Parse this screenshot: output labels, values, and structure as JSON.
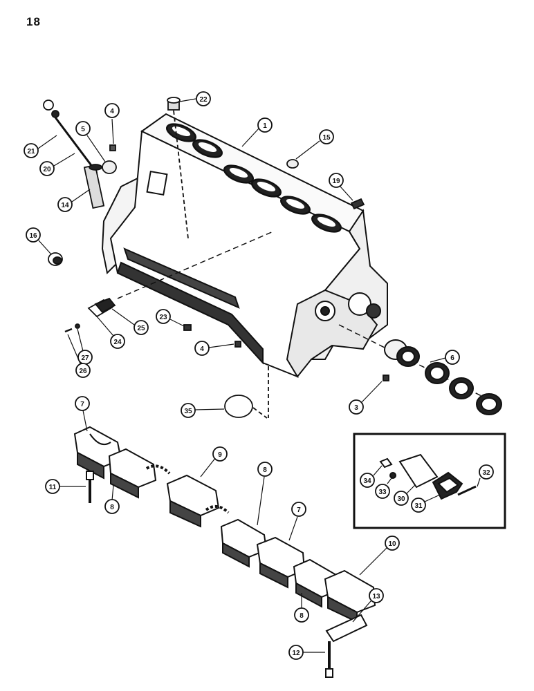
{
  "page": {
    "number": "18"
  },
  "callouts": [
    {
      "label": "1"
    },
    {
      "label": "22"
    },
    {
      "label": "4"
    },
    {
      "label": "5"
    },
    {
      "label": "21"
    },
    {
      "label": "20"
    },
    {
      "label": "14"
    },
    {
      "label": "15"
    },
    {
      "label": "19"
    },
    {
      "label": "16"
    },
    {
      "label": "25"
    },
    {
      "label": "24"
    },
    {
      "label": "23"
    },
    {
      "label": "27"
    },
    {
      "label": "26"
    },
    {
      "label": "4"
    },
    {
      "label": "6"
    },
    {
      "label": "3"
    },
    {
      "label": "35"
    },
    {
      "label": "7"
    },
    {
      "label": "9"
    },
    {
      "label": "8"
    },
    {
      "label": "7"
    },
    {
      "label": "11"
    },
    {
      "label": "8"
    },
    {
      "label": "34"
    },
    {
      "label": "33"
    },
    {
      "label": "30"
    },
    {
      "label": "31"
    },
    {
      "label": "32"
    },
    {
      "label": "10"
    },
    {
      "label": "8"
    },
    {
      "label": "13"
    },
    {
      "label": "12"
    }
  ]
}
